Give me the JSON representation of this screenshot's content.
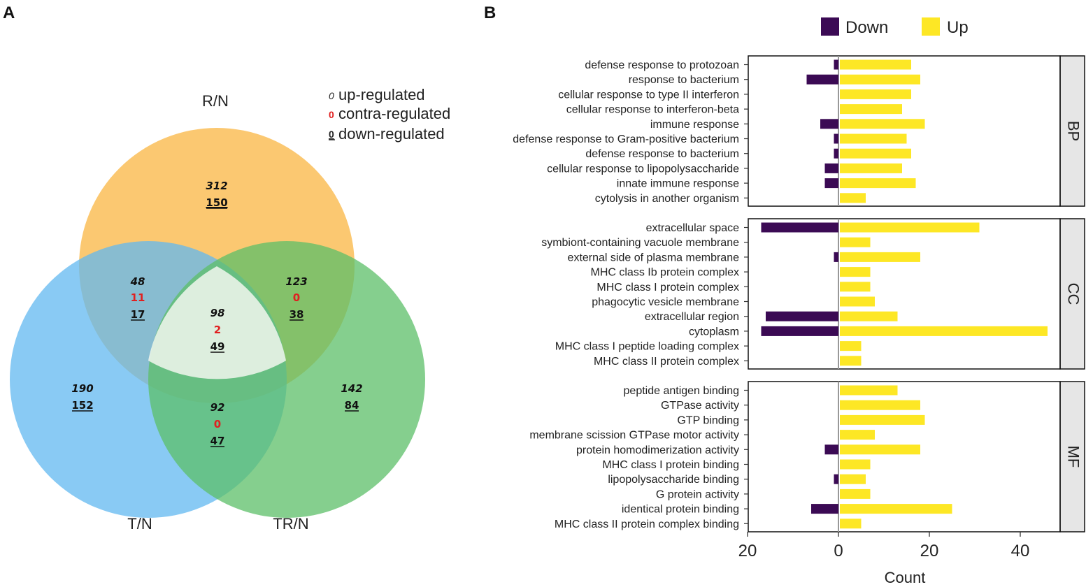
{
  "panels": {
    "a": "A",
    "b": "B"
  },
  "venn": {
    "sets": [
      {
        "label": "R/N",
        "color": "#fbc262"
      },
      {
        "label": "T/N",
        "color": "#62b8f0"
      },
      {
        "label": "TR/N",
        "color": "#5cbf68"
      }
    ],
    "legend": [
      {
        "key": "up",
        "symbol": "0",
        "label": "up-regulated",
        "color": "#222222"
      },
      {
        "key": "contra",
        "symbol": "0",
        "label": "contra-regulated",
        "color": "#e02020"
      },
      {
        "key": "down",
        "symbol": "0",
        "label": "down-regulated",
        "color": "#222222"
      }
    ],
    "regions": [
      {
        "region": "R/N only",
        "up": "312",
        "contra": "",
        "down": "150"
      },
      {
        "region": "R/N & T/N",
        "up": "48",
        "contra": "11",
        "down": "17"
      },
      {
        "region": "R/N & TR/N",
        "up": "123",
        "contra": "0",
        "down": "38"
      },
      {
        "region": "all",
        "up": "98",
        "contra": "2",
        "down": "49"
      },
      {
        "region": "T/N only",
        "up": "190",
        "contra": "",
        "down": "152"
      },
      {
        "region": "TR/N only",
        "up": "142",
        "contra": "",
        "down": "84"
      },
      {
        "region": "T/N & TR/N",
        "up": "92",
        "contra": "0",
        "down": "47"
      }
    ]
  },
  "chart_data": {
    "type": "bar",
    "orientation": "horizontal",
    "xlabel": "Count",
    "xlim": [
      -20,
      49
    ],
    "xticks": [
      {
        "value": -20,
        "label": "20"
      },
      {
        "value": 0,
        "label": "0"
      },
      {
        "value": 20,
        "label": "20"
      },
      {
        "value": 40,
        "label": "40"
      }
    ],
    "legend": {
      "position": "top",
      "entries": [
        {
          "name": "Down",
          "color": "#3b0a54"
        },
        {
          "name": "Up",
          "color": "#fde725"
        }
      ]
    },
    "facets": [
      {
        "name": "BP",
        "terms": [
          "defense response to protozoan",
          "response to bacterium",
          "cellular response to type II interferon",
          "cellular response to interferon-beta",
          "immune response",
          "defense response to Gram-positive bacterium",
          "defense response to bacterium",
          "cellular response to lipopolysaccharide",
          "innate immune response",
          "cytolysis in another organism"
        ],
        "down": [
          -1,
          -7,
          0,
          0,
          -4,
          -1,
          -1,
          -3,
          -3,
          0
        ],
        "up": [
          16,
          18,
          16,
          14,
          19,
          15,
          16,
          14,
          17,
          6
        ]
      },
      {
        "name": "CC",
        "terms": [
          "extracellular space",
          "symbiont-containing vacuole membrane",
          "external side of plasma membrane",
          "MHC class Ib protein complex",
          "MHC class I protein complex",
          "phagocytic vesicle membrane",
          "extracellular region",
          "cytoplasm",
          "MHC class I peptide loading complex",
          "MHC class II protein complex"
        ],
        "down": [
          -17,
          0,
          -1,
          0,
          0,
          0,
          -16,
          -17,
          0,
          0
        ],
        "up": [
          31,
          7,
          18,
          7,
          7,
          8,
          13,
          46,
          5,
          5
        ]
      },
      {
        "name": "MF",
        "terms": [
          "peptide antigen binding",
          "GTPase activity",
          "GTP binding",
          "membrane scission GTPase motor activity",
          "protein homodimerization activity",
          "MHC class I protein binding",
          "lipopolysaccharide binding",
          "G protein activity",
          "identical protein binding",
          "MHC class II protein complex binding"
        ],
        "down": [
          0,
          0,
          0,
          0,
          -3,
          0,
          -1,
          0,
          -6,
          0
        ],
        "up": [
          13,
          18,
          19,
          8,
          18,
          7,
          6,
          7,
          25,
          5
        ]
      }
    ]
  }
}
